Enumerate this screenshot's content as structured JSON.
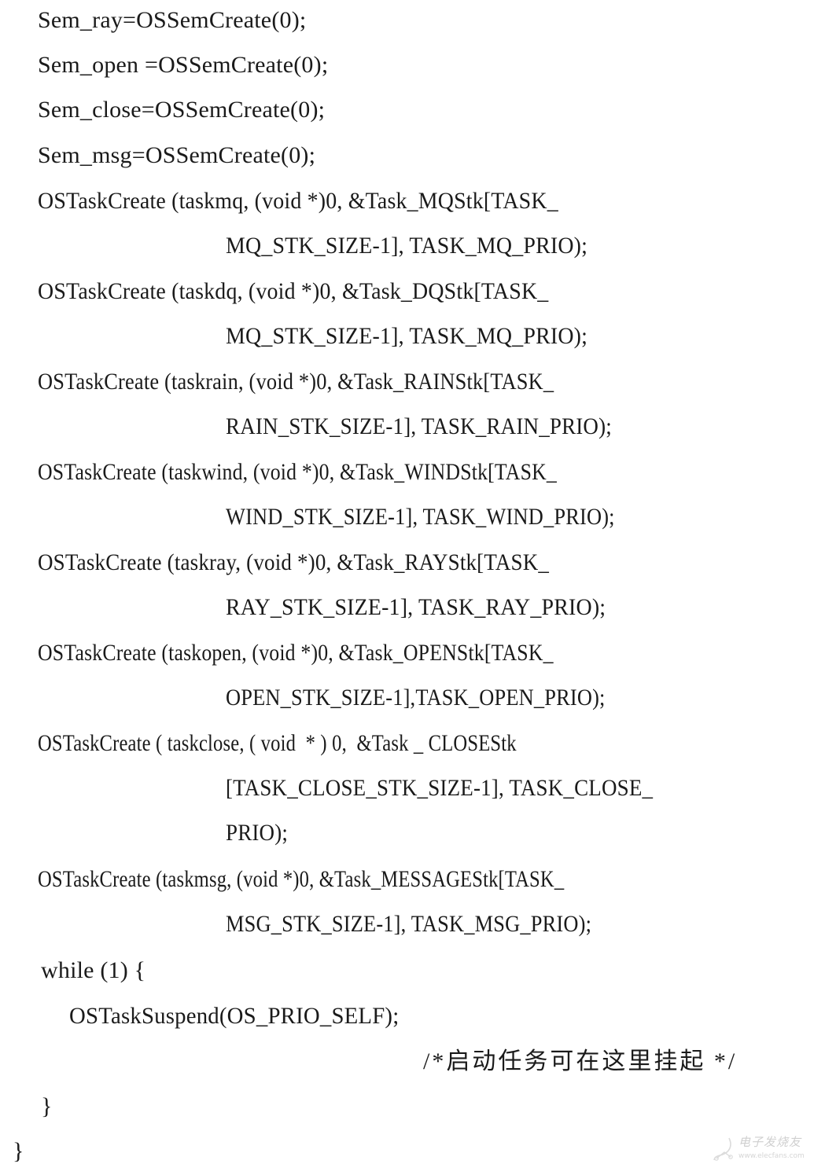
{
  "document": {
    "lines": [
      {
        "text": "Sem_ray=OSSemCreate(0);"
      },
      {
        "text": "Sem_open =OSSemCreate(0);"
      },
      {
        "text": "Sem_close=OSSemCreate(0);"
      },
      {
        "text": "Sem_msg=OSSemCreate(0);"
      },
      {
        "text": "OSTaskCreate (taskmq, (void *)0, &Task_MQStk[TASK_"
      },
      {
        "text": "MQ_STK_SIZE-1], TASK_MQ_PRIO);"
      },
      {
        "text": "OSTaskCreate (taskdq, (void *)0, &Task_DQStk[TASK_"
      },
      {
        "text": "MQ_STK_SIZE-1], TASK_MQ_PRIO);"
      },
      {
        "text": "OSTaskCreate (taskrain, (void *)0, &Task_RAINStk[TASK_"
      },
      {
        "text": "RAIN_STK_SIZE-1], TASK_RAIN_PRIO);"
      },
      {
        "text": "OSTaskCreate (taskwind, (void *)0, &Task_WINDStk[TASK_"
      },
      {
        "text": "WIND_STK_SIZE-1], TASK_WIND_PRIO);"
      },
      {
        "text": "OSTaskCreate (taskray, (void *)0, &Task_RAYStk[TASK_"
      },
      {
        "text": "RAY_STK_SIZE-1], TASK_RAY_PRIO);"
      },
      {
        "text": "OSTaskCreate (taskopen, (void *)0, &Task_OPENStk[TASK_"
      },
      {
        "text": "OPEN_STK_SIZE-1],TASK_OPEN_PRIO);"
      },
      {
        "text": "OSTaskCreate ( taskclose, ( void  * ) 0,  &Task _ CLOSEStk"
      },
      {
        "text": "[TASK_CLOSE_STK_SIZE-1], TASK_CLOSE_"
      },
      {
        "text": "PRIO);"
      },
      {
        "text": "OSTaskCreate (taskmsg, (void *)0, &Task_MESSAGEStk[TASK_"
      },
      {
        "text": "MSG_STK_SIZE-1], TASK_MSG_PRIO);"
      },
      {
        "text": "while (1) {"
      },
      {
        "text": "OSTaskSuspend(OS_PRIO_SELF);"
      },
      {
        "text": "/*启动任务可在这里挂起 */"
      },
      {
        "text": "}"
      },
      {
        "text": "}"
      }
    ]
  },
  "watermark": {
    "title": "电子发烧友",
    "url": "www.elecfans.com"
  }
}
